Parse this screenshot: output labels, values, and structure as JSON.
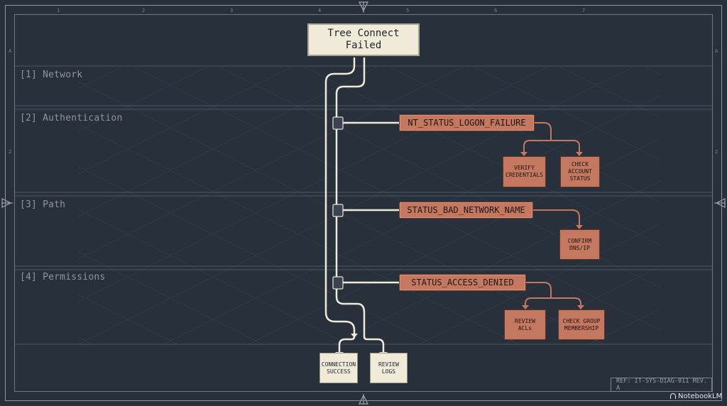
{
  "root": {
    "label": "Tree Connect\nFailed"
  },
  "lanes": [
    {
      "label": "[1] Network"
    },
    {
      "label": "[2] Authentication"
    },
    {
      "label": "[3] Path"
    },
    {
      "label": "[4] Permissions"
    }
  ],
  "branches": [
    {
      "code": "NT_STATUS_LOGON_FAILURE",
      "actions": [
        "VERIFY\nCREDENTIALS",
        "CHECK\nACCOUNT\nSTATUS"
      ]
    },
    {
      "code": "STATUS_BAD_NETWORK_NAME",
      "actions": [
        "CONFIRM\nDNS/IP"
      ]
    },
    {
      "code": "STATUS_ACCESS_DENIED",
      "actions": [
        "REVIEW\nACLs",
        "CHECK GROUP\nMEMBERSHIP"
      ]
    }
  ],
  "outcomes": [
    {
      "label": "CONNECTION\nSUCCESS"
    },
    {
      "label": "REVIEW\nLOGS"
    }
  ],
  "frame_ticks": {
    "top": [
      "1",
      "2",
      "3",
      "4",
      "5",
      "6",
      "7"
    ],
    "side": [
      "A",
      "2"
    ]
  },
  "reference": "REF: IT-SYS-DIAG-011 REV. A",
  "brand": "NotebookLM",
  "colors": {
    "background": "#27303b",
    "pipe": "#f0ebd9",
    "code_box": "#c57860",
    "connector": "#c57860",
    "lane_line": "#4b5868"
  }
}
